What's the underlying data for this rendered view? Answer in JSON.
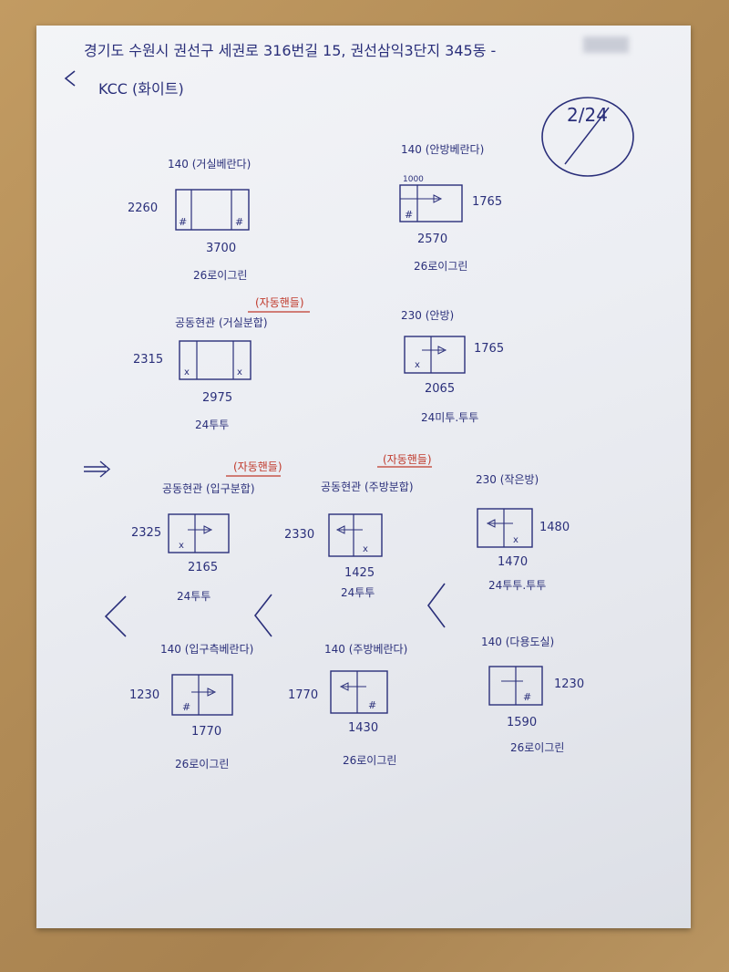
{
  "header": {
    "address": "경기도 수원시 권선구 세권로 316번길 15, 권선삼익3단지 345동 -",
    "brand": "KCC (화이트)",
    "page": "2/24"
  },
  "windows": [
    {
      "label": "140 (거실베란다)",
      "height": "2260",
      "width": "3700",
      "material": "26로이그린"
    },
    {
      "label": "140 (안방베란다)",
      "height": "1765",
      "width": "2570",
      "material": "26로이그린",
      "inner": "1000"
    },
    {
      "label": "공동현관 (거실분합)",
      "note": "(자동핸들)",
      "height": "2315",
      "width": "2975",
      "material": "24투투"
    },
    {
      "label": "230 (안방)",
      "height": "1765",
      "width": "2065",
      "material": "24미투.투투"
    },
    {
      "label": "공동현관 (입구분합)",
      "note": "(자동핸들)",
      "height": "2325",
      "width": "2165",
      "material": "24투투"
    },
    {
      "label": "공동현관 (주방분합)",
      "note": "(자동핸들)",
      "height": "2330",
      "width": "1425",
      "material": "24투투"
    },
    {
      "label": "230 (작은방)",
      "height": "1480",
      "width": "1470",
      "material": "24투투.투투"
    },
    {
      "label": "140 (입구측베란다)",
      "height": "1230",
      "width": "1770",
      "material": "26로이그린"
    },
    {
      "label": "140 (주방베란다)",
      "height": "1770",
      "width": "1430",
      "material": "26로이그린"
    },
    {
      "label": "140 (다용도실)",
      "height": "1230",
      "width": "1590",
      "material": "26로이그린"
    }
  ]
}
